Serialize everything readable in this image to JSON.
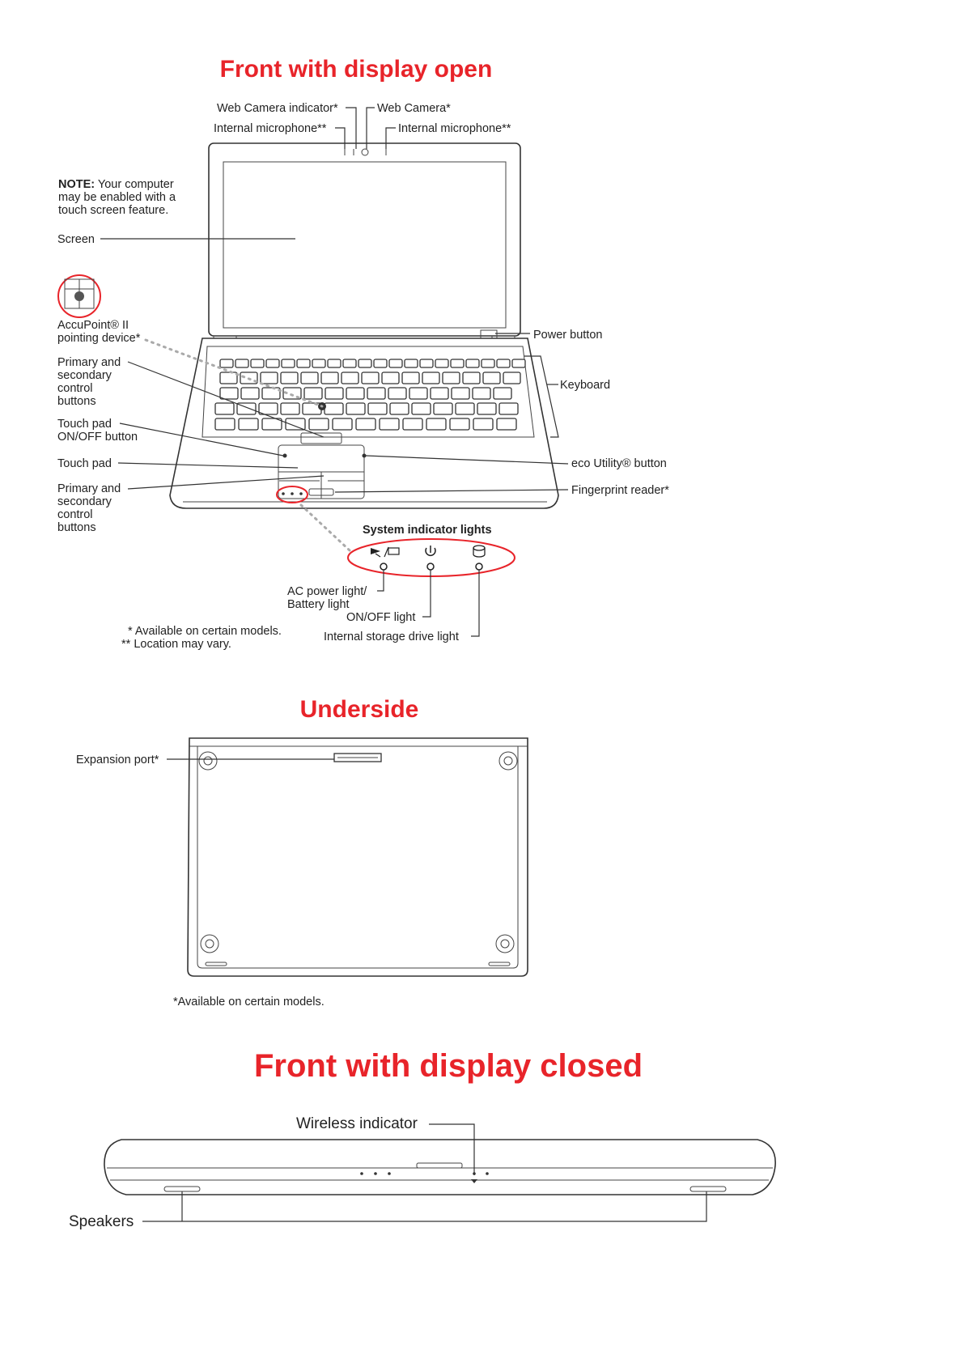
{
  "headings": {
    "front_open": "Front with display open",
    "underside": "Underside",
    "front_closed": "Front with display closed"
  },
  "front_open": {
    "note_bold": "NOTE:",
    "note_line1": " Your computer",
    "note_line2": "may be enabled with a",
    "note_line3": "touch screen feature.",
    "labels": {
      "web_camera_indicator": "Web Camera indicator*",
      "web_camera": "Web Camera*",
      "internal_mic_left": "Internal microphone**",
      "internal_mic_right": "Internal microphone**",
      "screen": "Screen",
      "accupoint_l1": "AccuPoint® II",
      "accupoint_l2": "pointing device*",
      "primary_secondary_top": [
        "Primary and",
        "secondary",
        "control",
        "buttons"
      ],
      "touchpad_onoff": [
        "Touch pad",
        "ON/OFF button"
      ],
      "touch_pad": "Touch pad",
      "primary_secondary_bottom": [
        "Primary and",
        "secondary",
        "control",
        "buttons"
      ],
      "power_button": "Power button",
      "keyboard": "Keyboard",
      "eco_utility": "eco Utility® button",
      "fingerprint": "Fingerprint reader*",
      "system_indicator_lights": "System indicator lights",
      "ac_power": [
        "AC power light/",
        "Battery light"
      ],
      "onoff_light": "ON/OFF light",
      "storage_light": "Internal storage drive light"
    },
    "footnotes": {
      "line1": "* Available on certain models.",
      "line2": "** Location may vary."
    }
  },
  "underside": {
    "expansion_port": "Expansion port*",
    "footnote": "*Available on certain models."
  },
  "front_closed": {
    "wireless_indicator": "Wireless indicator",
    "speakers": "Speakers"
  },
  "colors": {
    "heading": "#e8242a",
    "callout_circle": "#e8242a",
    "line": "#333333"
  }
}
